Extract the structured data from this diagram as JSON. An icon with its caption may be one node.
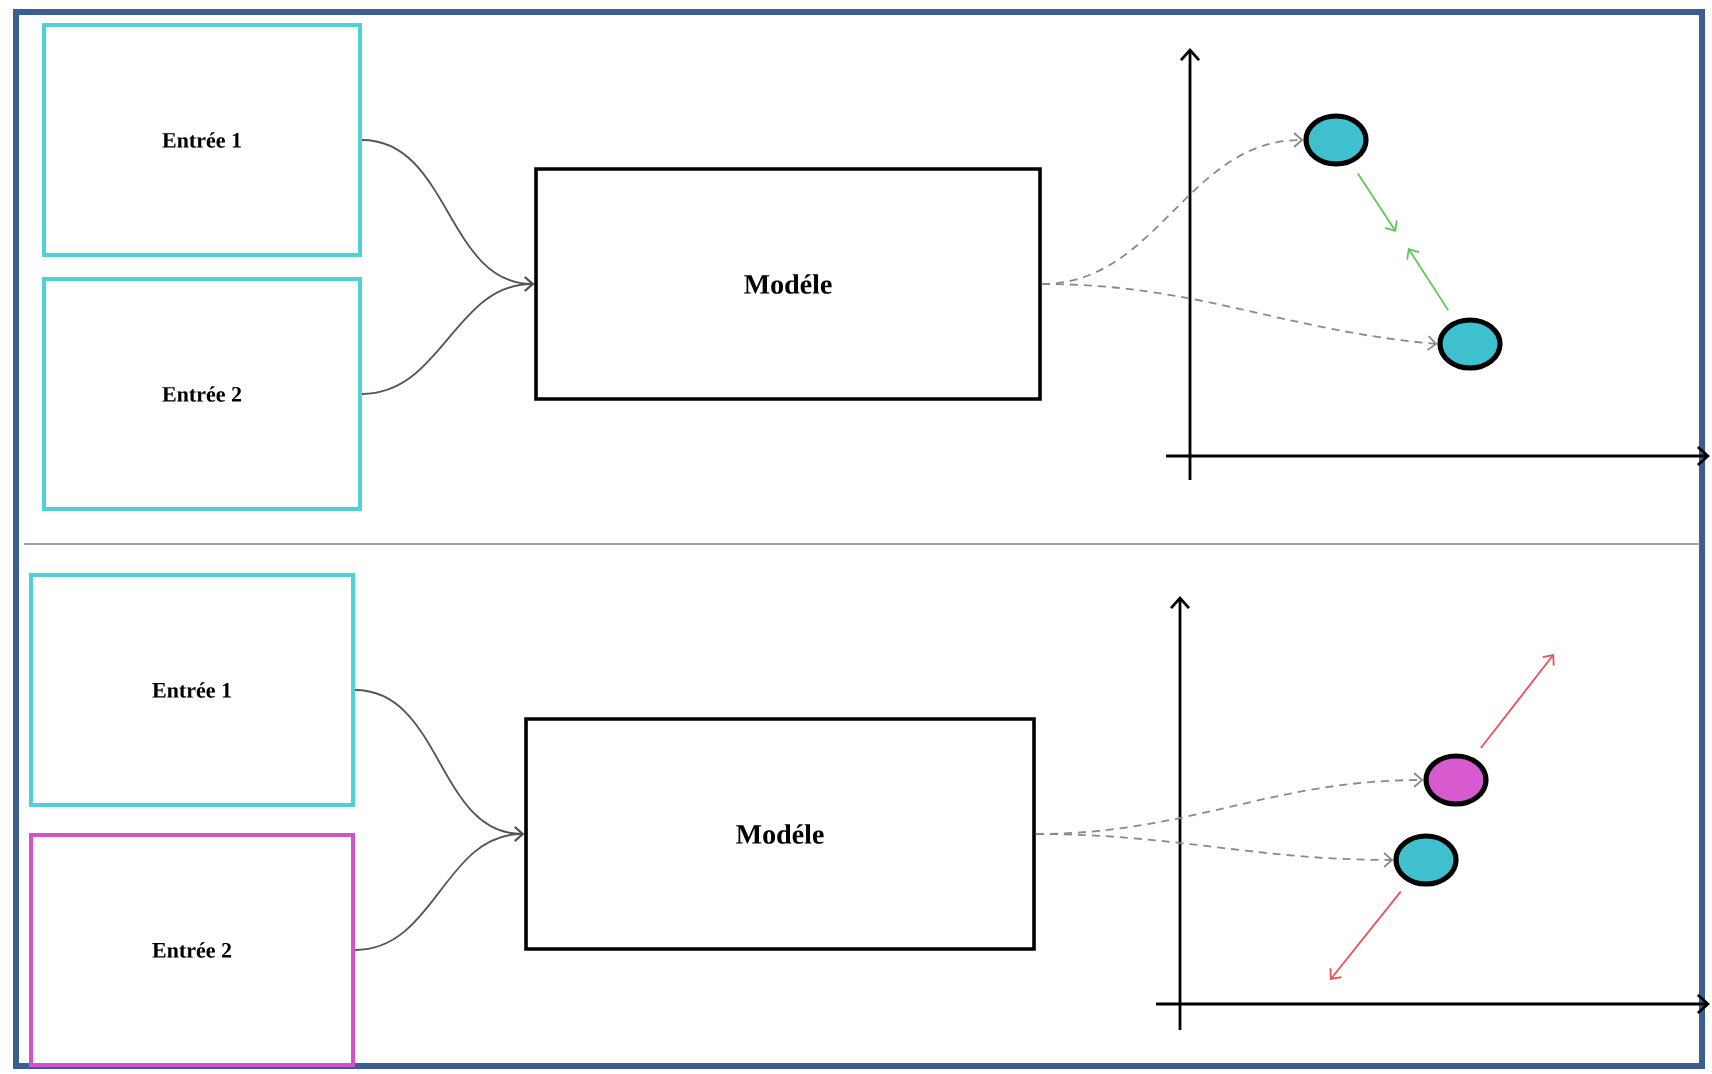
{
  "diagram": {
    "nodes": [
      {
        "text": [
          "Entrée 1"
        ]
      },
      {
        "text": [
          "Entrée 2"
        ]
      },
      {
        "text": [
          "Modéle"
        ]
      },
      {
        "text": [],
        "shape": "circle"
      },
      {
        "text": [],
        "shape": "circle"
      },
      {
        "text": [
          "Entrée 1"
        ]
      },
      {
        "text": [
          "Entrée 2"
        ]
      },
      {
        "text": [
          "Modéle"
        ]
      },
      {
        "text": [],
        "shape": "circle"
      },
      {
        "text": [],
        "shape": "circle"
      }
    ],
    "edges": [
      {
        "from": 0,
        "to": 2,
        "arrow": "to"
      },
      {
        "from": 1,
        "to": 2,
        "arrow": "to"
      },
      {
        "from": 2,
        "to": 3,
        "arrow": "to",
        "style": "dashed",
        "color": "#8a8a8a"
      },
      {
        "from": 2,
        "to": 4,
        "arrow": "to",
        "style": "dashed",
        "color": "#8a8a8a"
      },
      {
        "from": 3,
        "to": null,
        "arrow": "to",
        "color": "#5cc85c"
      },
      {
        "from": 4,
        "to": null,
        "arrow": "to",
        "color": "#5cc85c"
      },
      {
        "from": 5,
        "to": 7,
        "arrow": "to"
      },
      {
        "from": 6,
        "to": 7,
        "arrow": "to"
      },
      {
        "from": 7,
        "to": 8,
        "arrow": "to",
        "style": "dashed",
        "color": "#8a8a8a"
      },
      {
        "from": 7,
        "to": 9,
        "arrow": "to",
        "style": "dashed",
        "color": "#8a8a8a"
      },
      {
        "from": 8,
        "to": null,
        "arrow": "to",
        "color": "#e8505a"
      },
      {
        "from": 9,
        "to": null,
        "arrow": "to",
        "color": "#e8505a"
      }
    ]
  }
}
